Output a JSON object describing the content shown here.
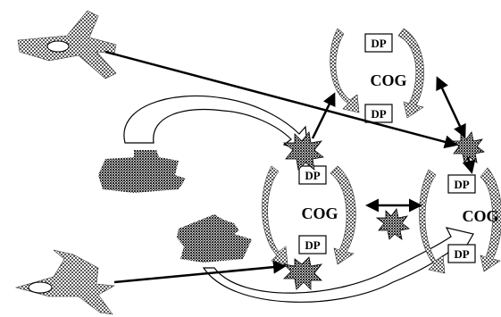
{
  "diagram": {
    "cog_systems": [
      {
        "id": "top",
        "center_label": "COG",
        "node_labels": [
          "DP",
          "DP"
        ]
      },
      {
        "id": "mid",
        "center_label": "COG",
        "node_labels": [
          "DP",
          "DP"
        ]
      },
      {
        "id": "right",
        "center_label": "COG",
        "node_labels": [
          "DP",
          "DP"
        ]
      }
    ],
    "icons": [
      "aircraft-icon",
      "aircraft-icon",
      "tank-icon",
      "tank-icon"
    ],
    "colors": {
      "ink": "#000000",
      "background": "#ffffff",
      "pattern": "#5a5a5a"
    }
  }
}
